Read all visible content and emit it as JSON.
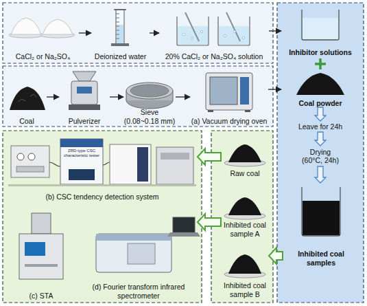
{
  "diagram": {
    "nodes": [
      {
        "text": [
          "CaCl₂ or Na₂SO₄"
        ]
      },
      {
        "text": [
          "Deionized water"
        ]
      },
      {
        "text": [
          "20% CaCl₂ or Na₂SO₄ solution"
        ]
      },
      {
        "text": [
          "Inhibitor solutions"
        ]
      },
      {
        "text": [
          "Coal"
        ]
      },
      {
        "text": [
          "Pulverizer"
        ]
      },
      {
        "text": [
          "Sieve (0.08~0.18 mm)"
        ]
      },
      {
        "text": [
          "(a) Vacuum drying oven"
        ]
      },
      {
        "text": [
          "Coal powder"
        ]
      },
      {
        "text": [
          "Leave for 24h"
        ]
      },
      {
        "text": [
          "Drying (60°C, 24h)"
        ]
      },
      {
        "text": [
          "Inhibited coal samples"
        ]
      },
      {
        "text": [
          "Raw coal"
        ]
      },
      {
        "text": [
          "Inhibited coal sample A"
        ]
      },
      {
        "text": [
          "Inhibited coal sample B"
        ]
      },
      {
        "text": [
          "(b) CSC tendency detection system"
        ]
      },
      {
        "text": [
          "(c) STA"
        ]
      },
      {
        "text": [
          "(d) Fourier transform infrared spectrometer"
        ]
      }
    ],
    "edges": [
      {
        "from": 0,
        "to": 1,
        "arrow": "to"
      },
      {
        "from": 1,
        "to": 2,
        "arrow": "to"
      },
      {
        "from": 2,
        "to": 3,
        "arrow": "to"
      },
      {
        "from": 4,
        "to": 5,
        "arrow": "to"
      },
      {
        "from": 5,
        "to": 6,
        "arrow": "to"
      },
      {
        "from": 6,
        "to": 7,
        "arrow": "to"
      },
      {
        "from": 7,
        "to": 8,
        "arrow": "to"
      },
      {
        "from": 8,
        "to": 9,
        "arrow": "to"
      },
      {
        "from": 9,
        "to": 10,
        "arrow": "to"
      },
      {
        "from": 10,
        "to": 11,
        "arrow": "to"
      },
      {
        "from": 11,
        "to": 14,
        "arrow": "to"
      },
      {
        "from": 12,
        "to": 15,
        "arrow": "to"
      },
      {
        "from": 13,
        "to": 17,
        "arrow": "to"
      }
    ],
    "labels": [
      "ZRD-type CSC characteristic tester"
    ]
  }
}
